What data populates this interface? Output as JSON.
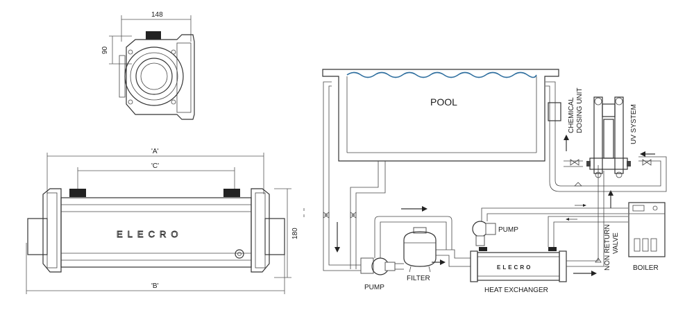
{
  "dimensions": {
    "width_top": "148",
    "height_top": "90",
    "length_a": "'A'",
    "length_c": "'C'",
    "length_b": "'B'",
    "height_side": "180"
  },
  "brand": "ELECRO",
  "components": {
    "pool": "POOL",
    "chemical_dosing_unit": [
      "CHEMICAL",
      "DOSING UNIT"
    ],
    "uv_system": "UV SYSTEM",
    "pump_main": "PUMP",
    "filter": "FILTER",
    "pump_circulation": "PUMP",
    "heat_exchanger": "HEAT EXCHANGER",
    "non_return_valve": [
      "NON RETURN",
      "VALVE"
    ],
    "boiler": "BOILER"
  },
  "colors": {
    "water": "#2f6f9f",
    "line": "#333333",
    "pipe": "#555555"
  }
}
